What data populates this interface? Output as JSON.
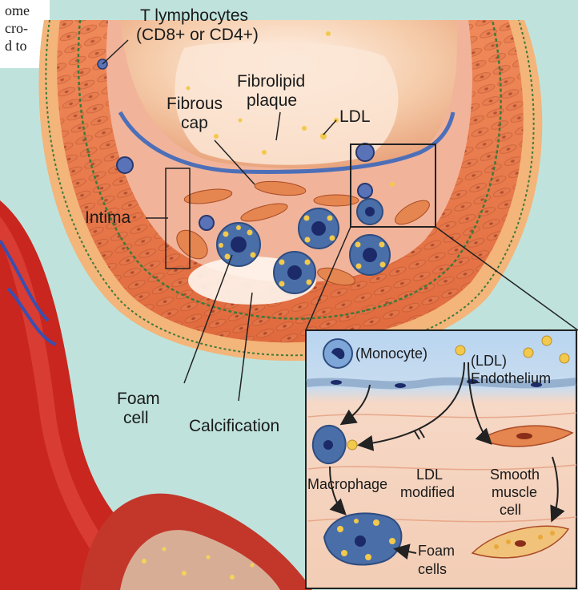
{
  "page_fragment": {
    "line1": "ome",
    "line2": "cro-",
    "line3": "d to"
  },
  "main_labels": {
    "t_lymphocytes": "T lymphocytes",
    "t_lymphocytes_sub": "(CD8+ or CD4+)",
    "fibrolipid_plaque_1": "Fibrolipid",
    "fibrolipid_plaque_2": "plaque",
    "fibrous_cap_1": "Fibrous",
    "fibrous_cap_2": "cap",
    "ldl": "LDL",
    "intima": "Intima",
    "foam_cell_1": "Foam",
    "foam_cell_2": "cell",
    "calcification": "Calcification"
  },
  "inset_labels": {
    "monocyte": "(Monocyte)",
    "ldl": "(LDL)",
    "endothelium": "Endothelium",
    "macrophage": "Macrophage",
    "ldl_modified_1": "LDL",
    "ldl_modified_2": "modified",
    "smooth_muscle_1": "Smooth",
    "smooth_muscle_2": "muscle",
    "smooth_muscle_3": "cell",
    "foam_cells_1": "Foam",
    "foam_cells_2": "cells"
  },
  "colors": {
    "background": "#bfe3dc",
    "vessel_wall": "#e98a5f",
    "lumen": "#f7c9a8",
    "plaque": "#fbe8d8",
    "foam_cell": "#4a6fa8",
    "lipid_droplet": "#f2c94c",
    "inset_bg": "#f6d8c6"
  }
}
